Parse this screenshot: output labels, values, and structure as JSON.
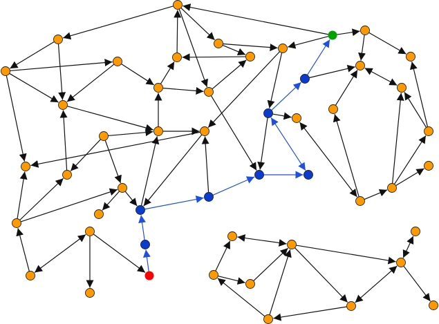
{
  "colors": {
    "default": "#ff9900",
    "path": "#0a3cd0",
    "start": "#ff0000",
    "goal": "#00a000",
    "edge": "#111111",
    "path_edge": "#1f4fe0"
  },
  "nodes": [
    {
      "id": "n1",
      "role": "default"
    },
    {
      "id": "n2",
      "role": "goal"
    },
    {
      "id": "n3",
      "role": "default"
    },
    {
      "id": "n4",
      "role": "default"
    },
    {
      "id": "n5",
      "role": "default"
    },
    {
      "id": "n6",
      "role": "default"
    },
    {
      "id": "n7",
      "role": "default"
    },
    {
      "id": "n8",
      "role": "default"
    },
    {
      "id": "n9",
      "role": "default"
    },
    {
      "id": "n10",
      "role": "default"
    },
    {
      "id": "n11",
      "role": "default"
    },
    {
      "id": "n12",
      "role": "default"
    },
    {
      "id": "n13",
      "role": "default"
    },
    {
      "id": "n14",
      "role": "default"
    },
    {
      "id": "n15",
      "role": "path"
    },
    {
      "id": "n16",
      "role": "default"
    },
    {
      "id": "n17",
      "role": "default"
    },
    {
      "id": "n18",
      "role": "default"
    },
    {
      "id": "n19",
      "role": "path"
    },
    {
      "id": "n20",
      "role": "default"
    },
    {
      "id": "n21",
      "role": "default"
    },
    {
      "id": "n22",
      "role": "default"
    },
    {
      "id": "n23",
      "role": "default"
    },
    {
      "id": "n24",
      "role": "default"
    },
    {
      "id": "n25",
      "role": "default"
    },
    {
      "id": "n26",
      "role": "default"
    },
    {
      "id": "n27",
      "role": "path"
    },
    {
      "id": "n28",
      "role": "path"
    },
    {
      "id": "n29",
      "role": "path"
    },
    {
      "id": "n30",
      "role": "path"
    },
    {
      "id": "n31",
      "role": "default"
    },
    {
      "id": "n32",
      "role": "default"
    },
    {
      "id": "n33",
      "role": "default"
    },
    {
      "id": "n34",
      "role": "path"
    },
    {
      "id": "n35",
      "role": "start"
    },
    {
      "id": "n36",
      "role": "default"
    },
    {
      "id": "n37",
      "role": "default"
    },
    {
      "id": "n38",
      "role": "default"
    },
    {
      "id": "n39",
      "role": "default"
    },
    {
      "id": "n40",
      "role": "default"
    },
    {
      "id": "n41",
      "role": "default"
    },
    {
      "id": "n42",
      "role": "default"
    },
    {
      "id": "n43",
      "role": "default"
    },
    {
      "id": "n44",
      "role": "default"
    },
    {
      "id": "n45",
      "role": "default"
    },
    {
      "id": "n46",
      "role": "default"
    },
    {
      "id": "n47",
      "role": "default"
    },
    {
      "id": "n48",
      "role": "default"
    },
    {
      "id": "n49",
      "role": "default"
    },
    {
      "id": "n50",
      "role": "default"
    }
  ],
  "edges": [
    {
      "from": "n1",
      "to": "n9"
    },
    {
      "from": "n9",
      "to": "n10"
    },
    {
      "from": "n9",
      "to": "n14"
    },
    {
      "from": "n10",
      "to": "n11"
    },
    {
      "from": "n10",
      "to": "n14"
    },
    {
      "from": "n10",
      "to": "n24"
    },
    {
      "from": "n11",
      "to": "n14"
    },
    {
      "from": "n11",
      "to": "n12"
    },
    {
      "from": "n12",
      "to": "n8"
    },
    {
      "from": "n8",
      "to": "n1"
    },
    {
      "from": "n12",
      "to": "n13"
    },
    {
      "from": "n1",
      "to": "n6"
    },
    {
      "from": "n1",
      "to": "n13"
    },
    {
      "from": "n2",
      "to": "n1"
    },
    {
      "from": "n7",
      "to": "n8"
    },
    {
      "from": "n14",
      "to": "n22"
    },
    {
      "from": "n22",
      "to": "n12"
    },
    {
      "from": "n21",
      "to": "n22"
    },
    {
      "from": "n22",
      "to": "n23"
    },
    {
      "from": "n23",
      "to": "n24"
    },
    {
      "from": "n13",
      "to": "n7"
    },
    {
      "from": "n13",
      "to": "n29"
    },
    {
      "from": "n5",
      "to": "n23"
    },
    {
      "from": "n25",
      "to": "n14"
    },
    {
      "from": "n6",
      "to": "n5"
    },
    {
      "from": "n6",
      "to": "n7"
    },
    {
      "from": "n2",
      "to": "n5"
    },
    {
      "from": "n2",
      "to": "n3"
    },
    {
      "from": "n3",
      "to": "n4"
    },
    {
      "from": "n3",
      "to": "n16"
    },
    {
      "from": "n15",
      "to": "n2",
      "path": true
    },
    {
      "from": "n15",
      "to": "n16"
    },
    {
      "from": "n16",
      "to": "n17",
      "both": true
    },
    {
      "from": "n18",
      "to": "n16"
    },
    {
      "from": "n40",
      "to": "n4"
    },
    {
      "from": "n40",
      "to": "n17"
    },
    {
      "from": "n39",
      "to": "n17"
    },
    {
      "from": "n39",
      "to": "n40"
    },
    {
      "from": "n39",
      "to": "n41"
    },
    {
      "from": "n38",
      "to": "n39"
    },
    {
      "from": "n38",
      "to": "n18"
    },
    {
      "from": "n38",
      "to": "n20",
      "both": true
    },
    {
      "from": "n19",
      "to": "n20"
    },
    {
      "from": "n19",
      "to": "n15",
      "path": true
    },
    {
      "from": "n5",
      "to": "n19"
    },
    {
      "from": "n19",
      "to": "n29"
    },
    {
      "from": "n19",
      "to": "n30",
      "both": true,
      "path": true
    },
    {
      "from": "n29",
      "to": "n30",
      "path": true
    },
    {
      "from": "n28",
      "to": "n29",
      "path": true
    },
    {
      "from": "n28",
      "to": "n23"
    },
    {
      "from": "n21",
      "to": "n25"
    },
    {
      "from": "n21",
      "to": "n26"
    },
    {
      "from": "n32",
      "to": "n24"
    },
    {
      "from": "n32",
      "to": "n25"
    },
    {
      "from": "n32",
      "to": "n26"
    },
    {
      "from": "n26",
      "to": "n31"
    },
    {
      "from": "n26",
      "to": "n27"
    },
    {
      "from": "n27",
      "to": "n22"
    },
    {
      "from": "n23",
      "to": "n27"
    },
    {
      "from": "n27",
      "to": "n28",
      "path": true
    },
    {
      "from": "n34",
      "to": "n27",
      "path": true
    },
    {
      "from": "n35",
      "to": "n34",
      "path": true
    },
    {
      "from": "n36",
      "to": "n32"
    },
    {
      "from": "n33",
      "to": "n36",
      "both": true
    },
    {
      "from": "n33",
      "to": "n37"
    },
    {
      "from": "n33",
      "to": "n35"
    },
    {
      "from": "n43",
      "to": "n44",
      "both": true
    },
    {
      "from": "n46",
      "to": "n43"
    },
    {
      "from": "n46",
      "to": "n47"
    },
    {
      "from": "n47",
      "to": "n44"
    },
    {
      "from": "n49",
      "to": "n44"
    },
    {
      "from": "n49",
      "to": "n46"
    },
    {
      "from": "n44",
      "to": "n45"
    },
    {
      "from": "n44",
      "to": "n48"
    },
    {
      "from": "n48",
      "to": "n49"
    },
    {
      "from": "n45",
      "to": "n48",
      "both": true
    },
    {
      "from": "n45",
      "to": "n42",
      "both": true
    },
    {
      "from": "n45",
      "to": "n50"
    }
  ]
}
